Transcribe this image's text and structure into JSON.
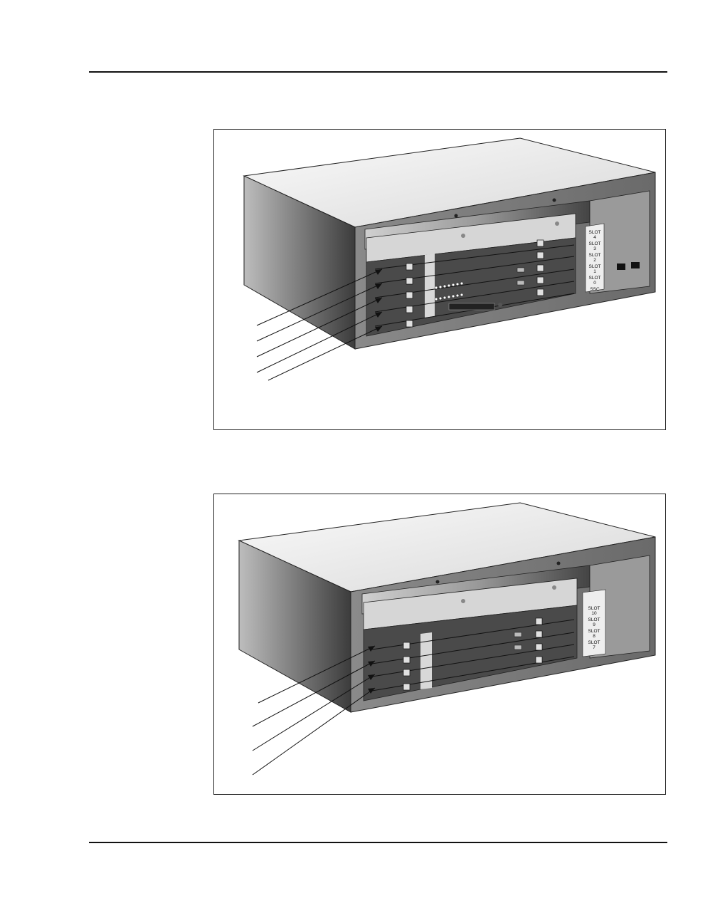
{
  "figure_1": {
    "slot_labels": [
      {
        "name": "SLOT",
        "num": "4"
      },
      {
        "name": "SLOT",
        "num": "3"
      },
      {
        "name": "SLOT",
        "num": "2"
      },
      {
        "name": "SLOT",
        "num": "1"
      },
      {
        "name": "SLOT",
        "num": "0"
      },
      {
        "name": "SSC",
        "num": ""
      }
    ]
  },
  "figure_2": {
    "slot_labels": [
      {
        "name": "SLOT",
        "num": "10"
      },
      {
        "name": "SLOT",
        "num": "9"
      },
      {
        "name": "SLOT",
        "num": "8"
      },
      {
        "name": "SLOT",
        "num": "7"
      }
    ]
  },
  "colors": {
    "chassis_top": "#f4f4f4",
    "chassis_side": "#5a5a5a",
    "card_dark": "#3a3a3a",
    "label_panel": "#e8e8e8"
  }
}
